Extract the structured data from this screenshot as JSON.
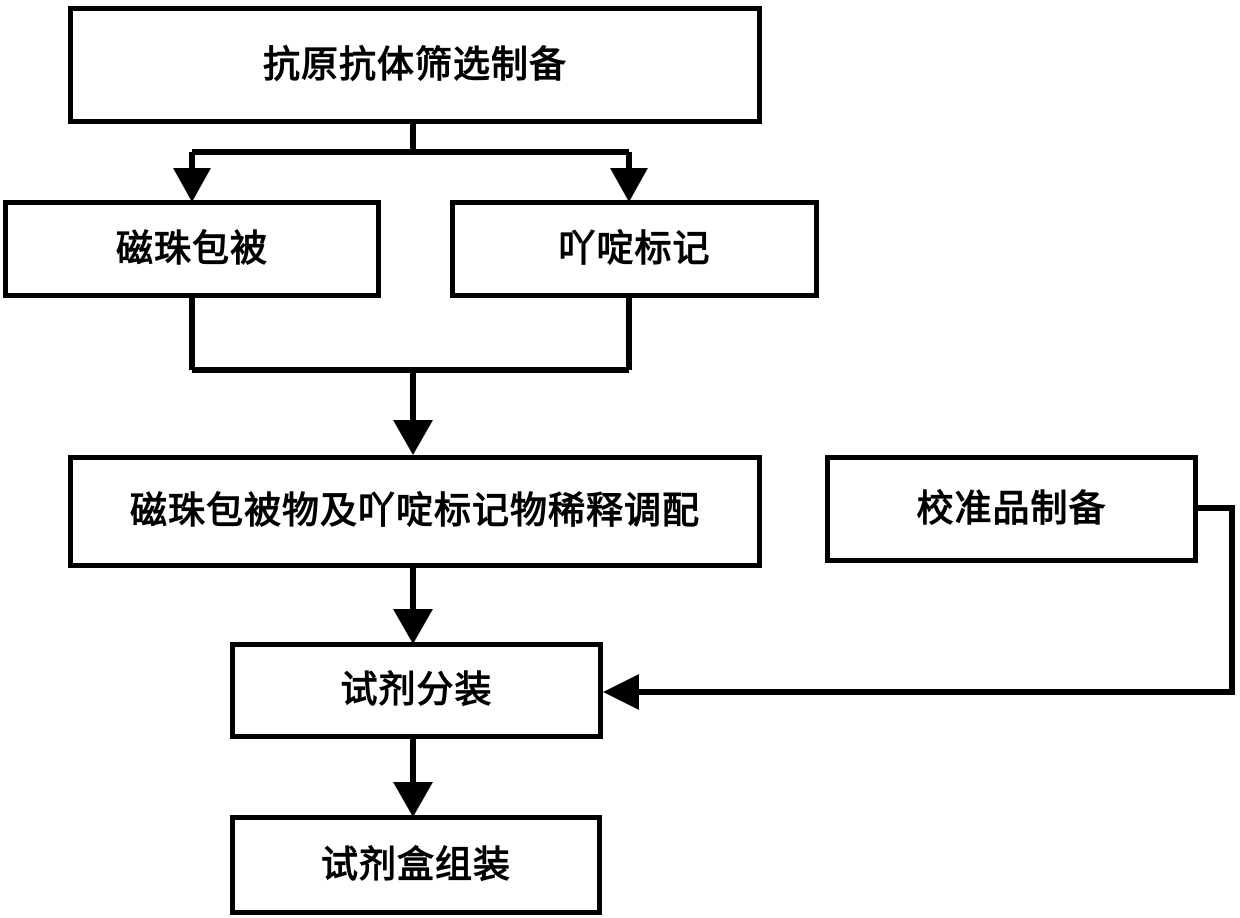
{
  "diagram": {
    "type": "flowchart",
    "orientation": "top-to-bottom",
    "background_color": "#ffffff",
    "line_color": "#000000",
    "text_color": "#000000",
    "nodes": [
      {
        "id": "screening",
        "label": "抗原抗体筛选制备",
        "shape": "rectangle"
      },
      {
        "id": "bead_coating",
        "label": "磁珠包被",
        "shape": "rectangle"
      },
      {
        "id": "acridine_label",
        "label": "吖啶标记",
        "shape": "rectangle"
      },
      {
        "id": "dilution",
        "label": "磁珠包被物及吖啶标记物稀释调配",
        "shape": "rectangle"
      },
      {
        "id": "calibrator",
        "label": "校准品制备",
        "shape": "rectangle"
      },
      {
        "id": "dispensing",
        "label": "试剂分装",
        "shape": "rectangle"
      },
      {
        "id": "kit_assembly",
        "label": "试剂盒组装",
        "shape": "rectangle"
      }
    ],
    "edges": [
      {
        "from": "screening",
        "to": "bead_coating",
        "style": "split-branch",
        "arrow": "down"
      },
      {
        "from": "screening",
        "to": "acridine_label",
        "style": "split-branch",
        "arrow": "down"
      },
      {
        "from": "bead_coating",
        "to": "dilution",
        "style": "merge-branch",
        "arrow": "down"
      },
      {
        "from": "acridine_label",
        "to": "dilution",
        "style": "merge-branch",
        "arrow": "down"
      },
      {
        "from": "dilution",
        "to": "dispensing",
        "style": "straight",
        "arrow": "down"
      },
      {
        "from": "calibrator",
        "to": "dispensing",
        "style": "elbow-right",
        "arrow": "left"
      },
      {
        "from": "dispensing",
        "to": "kit_assembly",
        "style": "straight",
        "arrow": "down"
      }
    ]
  }
}
